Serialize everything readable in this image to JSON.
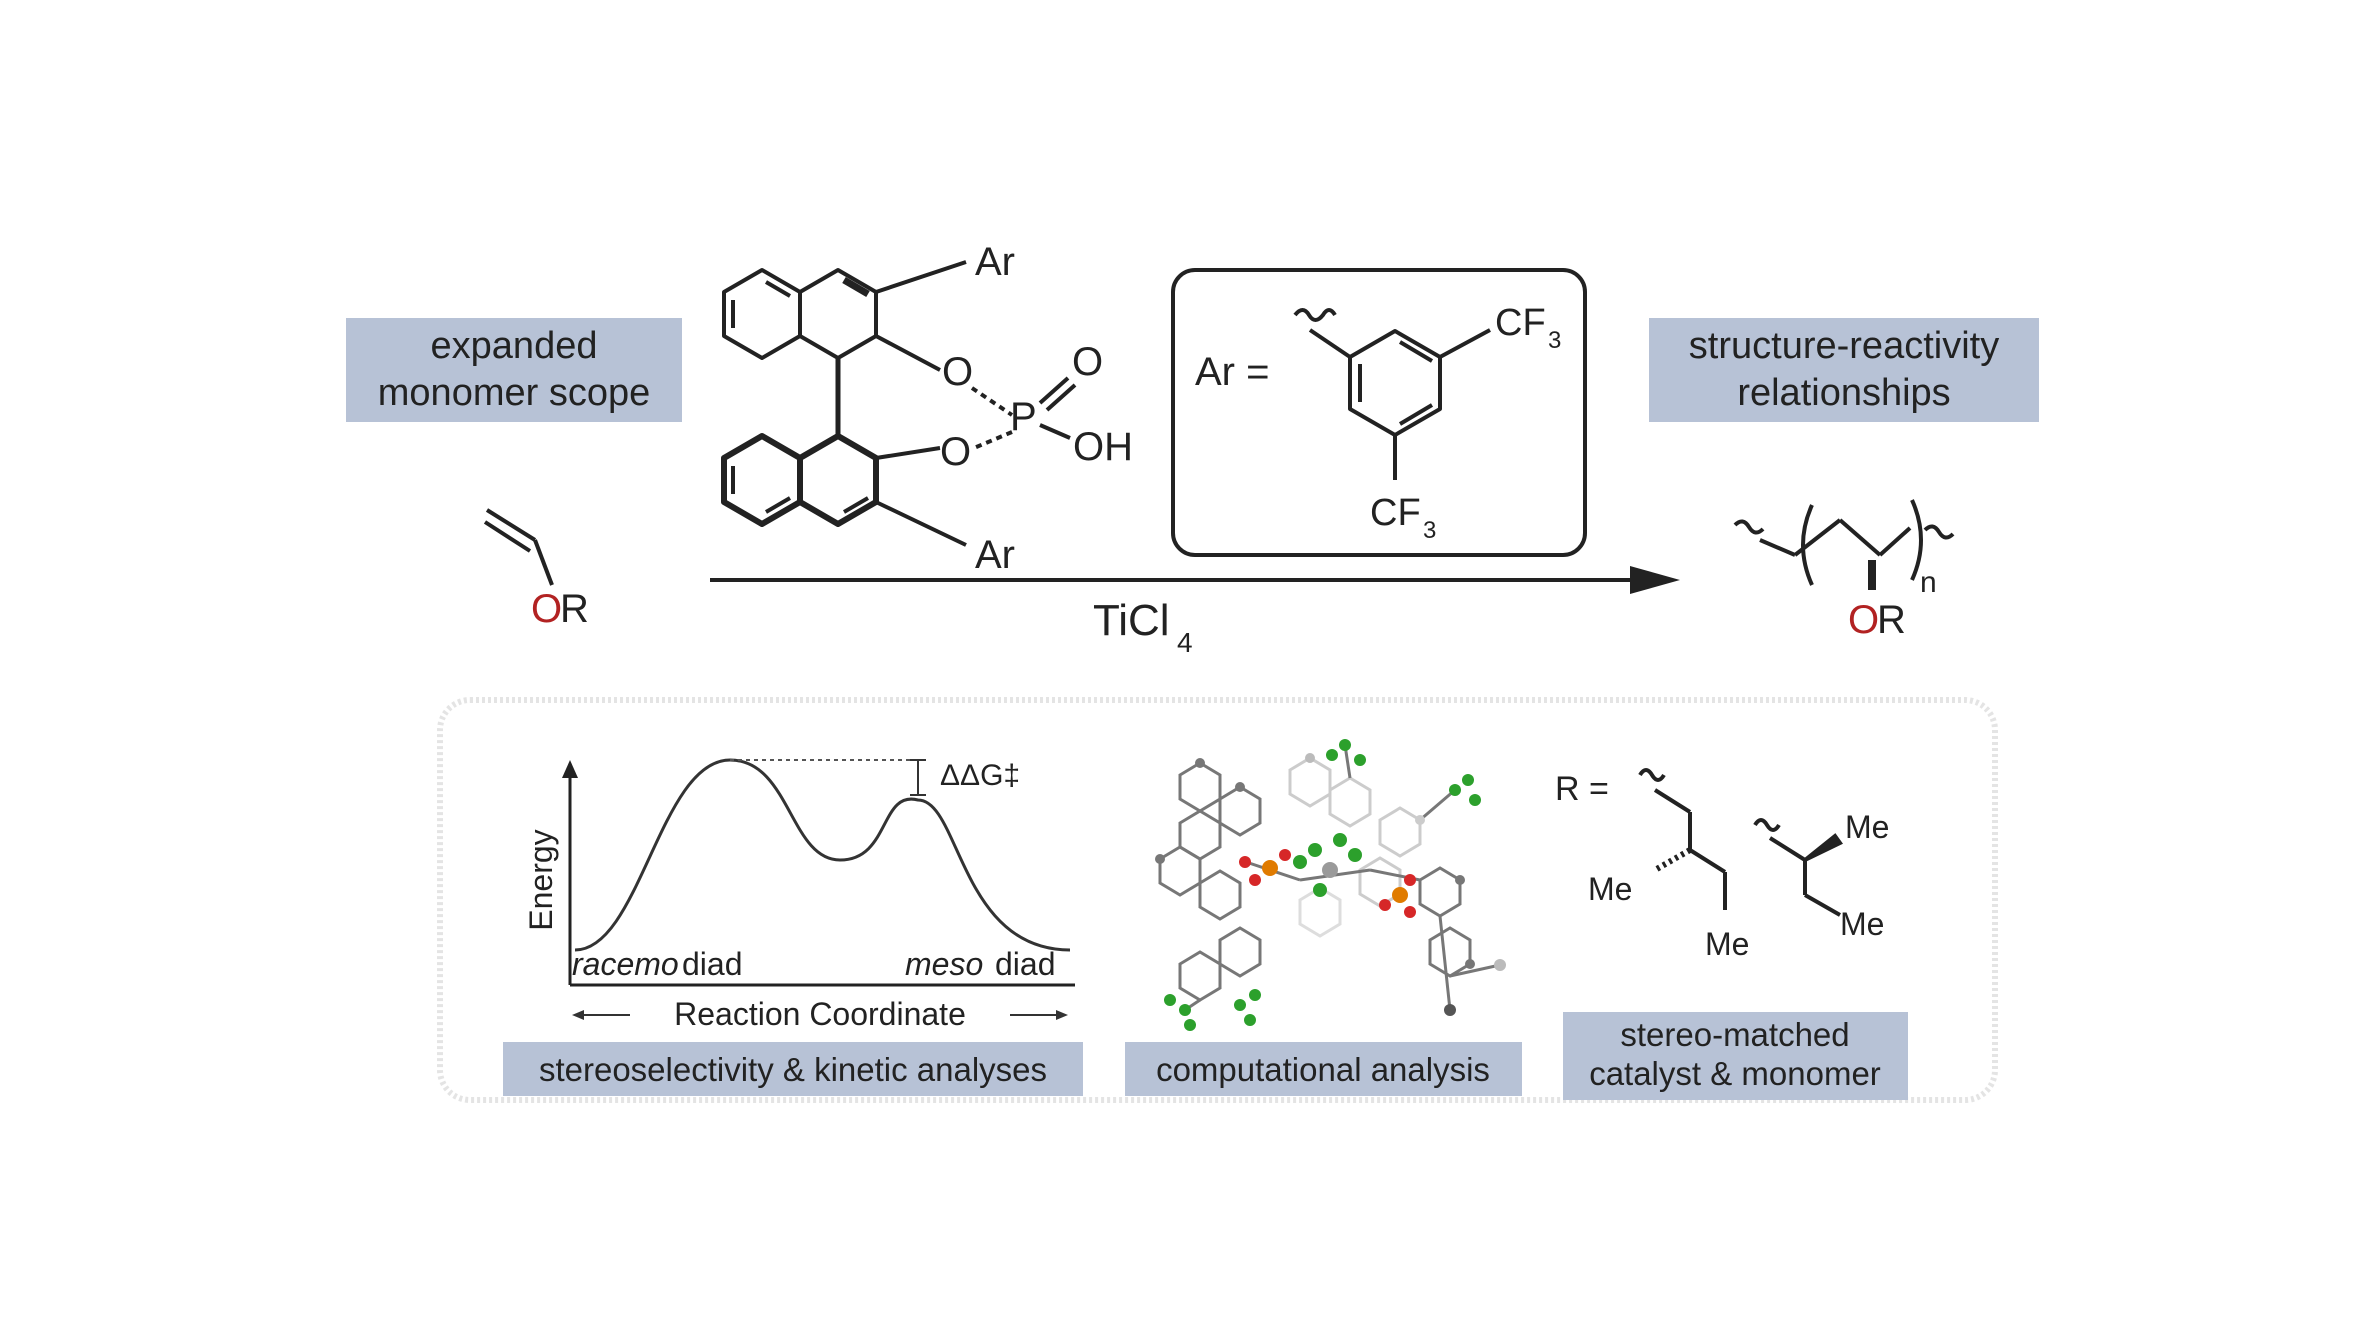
{
  "labels": {
    "expanded_scope": [
      "expanded",
      "monomer scope"
    ],
    "structure_reactivity": [
      "structure-reactivity",
      "relationships"
    ],
    "reagent": "TiCl",
    "reagent_sub": "4",
    "ar_equals": "Ar =",
    "cf3_top": "CF",
    "cf3_bottom": "CF",
    "cf3_sub": "3",
    "ar_top": "Ar",
    "ar_bottom": "Ar",
    "oh": "OH",
    "o_eq": "O",
    "o_up": "O",
    "o_down": "O",
    "p": "P",
    "monomer_o": "O",
    "monomer_r": "R",
    "polymer_o": "O",
    "polymer_r": "R",
    "polymer_n": "n",
    "energy_axis": "Energy",
    "reaction_coordinate": "Reaction Coordinate",
    "racemo": "racemo",
    "meso": "meso",
    "diad": "diad",
    "ddg": "ΔΔG‡",
    "r_equals": "R =",
    "me": "Me",
    "stereoselectivity": "stereoselectivity & kinetic analyses",
    "computational": "computational analysis",
    "stereo_matched": [
      "stereo-matched",
      "catalyst & monomer"
    ]
  },
  "colors": {
    "label_box": "#b7c2d6",
    "oxygen": "#b22222",
    "atom_chlorine": "#2ca02c",
    "atom_carbon": "#8a8a8a",
    "atom_oxygen": "#d62728",
    "atom_phosphorus": "#e07b00",
    "panel_border": "#d8d8d8"
  }
}
